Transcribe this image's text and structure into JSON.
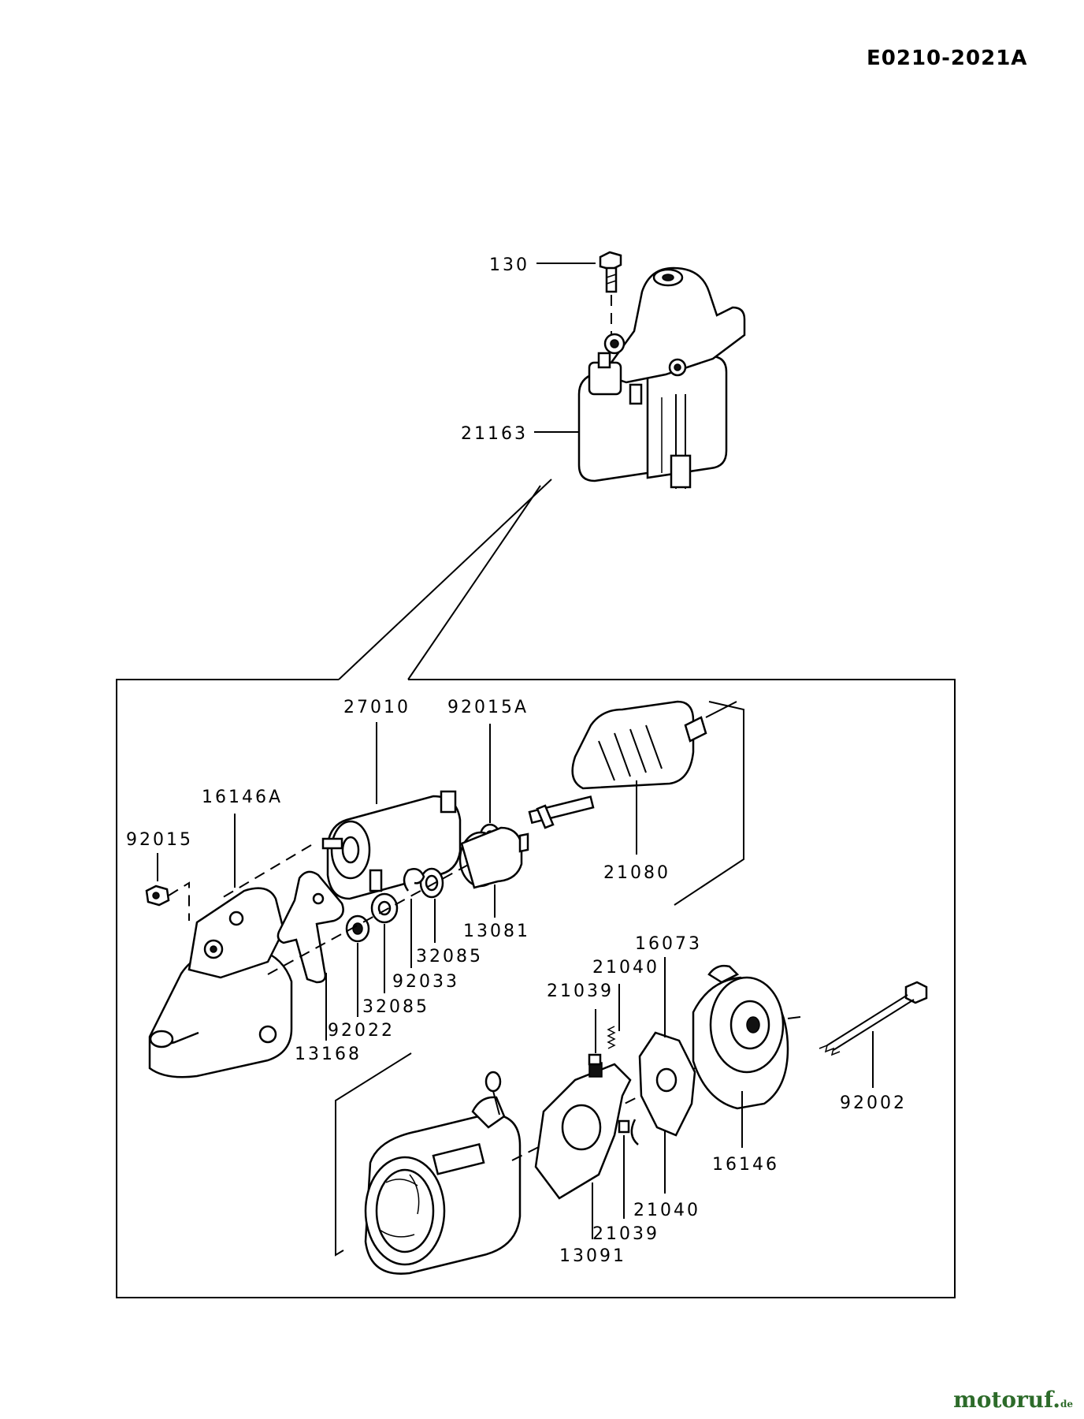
{
  "diagram_code": "E0210-2021A",
  "labels": {
    "p130": "130",
    "p21163": "21163",
    "p27010": "27010",
    "p92015A": "92015A",
    "p16146A": "16146A",
    "p92015": "92015",
    "p21080": "21080",
    "p13081": "13081",
    "p32085a": "32085",
    "p92033": "92033",
    "p32085b": "32085",
    "p92022": "92022",
    "p13168": "13168",
    "p16073": "16073",
    "p21040a": "21040",
    "p21039a": "21039",
    "p92002": "92002",
    "p16146": "16146",
    "p21040b": "21040",
    "p21039b": "21039",
    "p13091": "13091"
  },
  "watermark": {
    "brand": "motoruf",
    "tld": "de"
  }
}
